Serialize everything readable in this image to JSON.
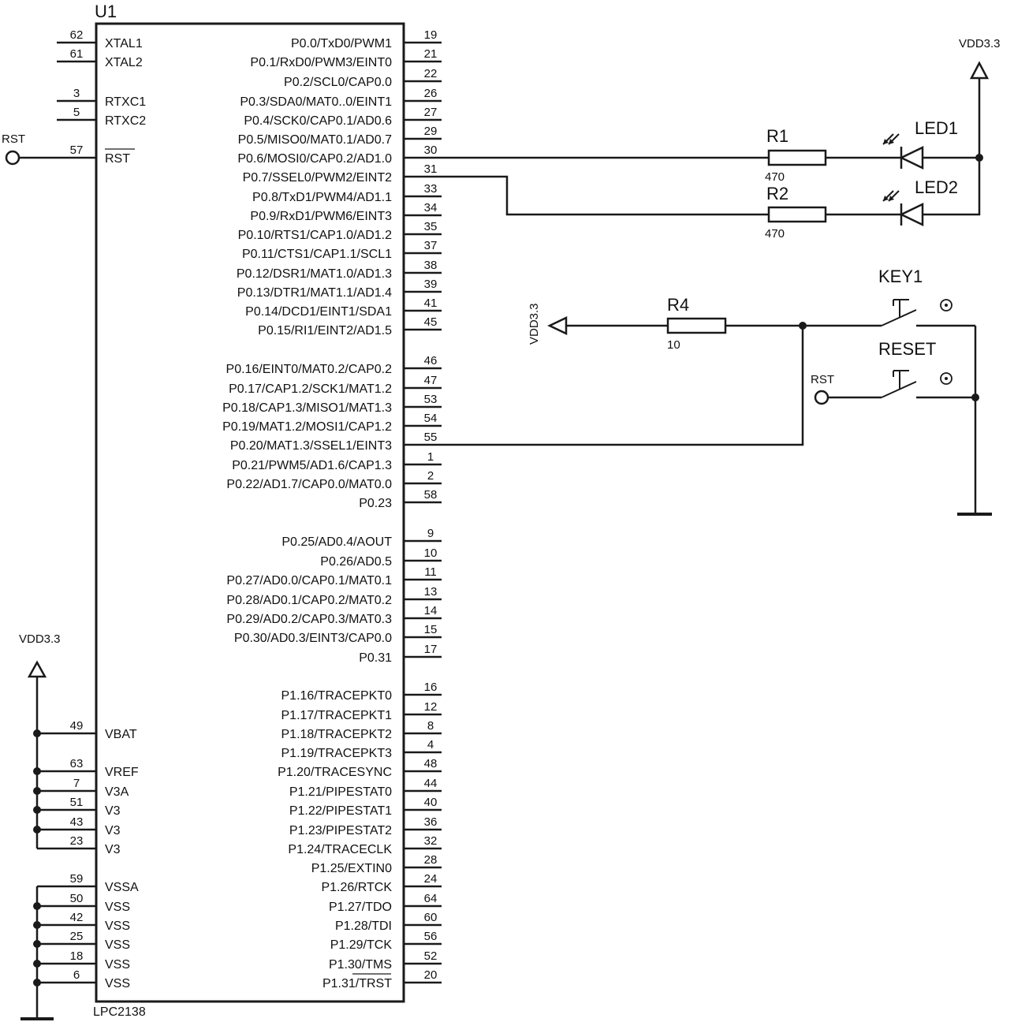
{
  "chip": {
    "designator": "U1",
    "part": "LPC2138",
    "left_pins": [
      {
        "num": "62",
        "name": "XTAL1"
      },
      {
        "num": "61",
        "name": "XTAL2"
      },
      {
        "num": "3",
        "name": "RTXC1"
      },
      {
        "num": "5",
        "name": "RTXC2"
      },
      {
        "num": "57",
        "name": "RST"
      },
      {
        "num": "49",
        "name": "VBAT"
      },
      {
        "num": "63",
        "name": "VREF"
      },
      {
        "num": "7",
        "name": "V3A"
      },
      {
        "num": "51",
        "name": "V3"
      },
      {
        "num": "43",
        "name": "V3"
      },
      {
        "num": "23",
        "name": "V3"
      },
      {
        "num": "59",
        "name": "VSSA"
      },
      {
        "num": "50",
        "name": "VSS"
      },
      {
        "num": "42",
        "name": "VSS"
      },
      {
        "num": "25",
        "name": "VSS"
      },
      {
        "num": "18",
        "name": "VSS"
      },
      {
        "num": "6",
        "name": "VSS"
      }
    ],
    "right_pins": [
      {
        "num": "19",
        "name": "P0.0/TxD0/PWM1"
      },
      {
        "num": "21",
        "name": "P0.1/RxD0/PWM3/EINT0"
      },
      {
        "num": "22",
        "name": "P0.2/SCL0/CAP0.0"
      },
      {
        "num": "26",
        "name": "P0.3/SDA0/MAT0..0/EINT1"
      },
      {
        "num": "27",
        "name": "P0.4/SCK0/CAP0.1/AD0.6"
      },
      {
        "num": "29",
        "name": "P0.5/MISO0/MAT0.1/AD0.7"
      },
      {
        "num": "30",
        "name": "P0.6/MOSI0/CAP0.2/AD1.0"
      },
      {
        "num": "31",
        "name": "P0.7/SSEL0/PWM2/EINT2"
      },
      {
        "num": "33",
        "name": "P0.8/TxD1/PWM4/AD1.1"
      },
      {
        "num": "34",
        "name": "P0.9/RxD1/PWM6/EINT3"
      },
      {
        "num": "35",
        "name": "P0.10/RTS1/CAP1.0/AD1.2"
      },
      {
        "num": "37",
        "name": "P0.11/CTS1/CAP1.1/SCL1"
      },
      {
        "num": "38",
        "name": "P0.12/DSR1/MAT1.0/AD1.3"
      },
      {
        "num": "39",
        "name": "P0.13/DTR1/MAT1.1/AD1.4"
      },
      {
        "num": "41",
        "name": "P0.14/DCD1/EINT1/SDA1"
      },
      {
        "num": "45",
        "name": "P0.15/RI1/EINT2/AD1.5"
      },
      {
        "num": "46",
        "name": "P0.16/EINT0/MAT0.2/CAP0.2"
      },
      {
        "num": "47",
        "name": "P0.17/CAP1.2/SCK1/MAT1.2"
      },
      {
        "num": "53",
        "name": "P0.18/CAP1.3/MISO1/MAT1.3"
      },
      {
        "num": "54",
        "name": "P0.19/MAT1.2/MOSI1/CAP1.2"
      },
      {
        "num": "55",
        "name": "P0.20/MAT1.3/SSEL1/EINT3"
      },
      {
        "num": "1",
        "name": "P0.21/PWM5/AD1.6/CAP1.3"
      },
      {
        "num": "2",
        "name": "P0.22/AD1.7/CAP0.0/MAT0.0"
      },
      {
        "num": "58",
        "name": "P0.23"
      },
      {
        "num": "9",
        "name": "P0.25/AD0.4/AOUT"
      },
      {
        "num": "10",
        "name": "P0.26/AD0.5"
      },
      {
        "num": "11",
        "name": "P0.27/AD0.0/CAP0.1/MAT0.1"
      },
      {
        "num": "13",
        "name": "P0.28/AD0.1/CAP0.2/MAT0.2"
      },
      {
        "num": "14",
        "name": "P0.29/AD0.2/CAP0.3/MAT0.3"
      },
      {
        "num": "15",
        "name": "P0.30/AD0.3/EINT3/CAP0.0"
      },
      {
        "num": "17",
        "name": "P0.31"
      },
      {
        "num": "16",
        "name": "P1.16/TRACEPKT0"
      },
      {
        "num": "12",
        "name": "P1.17/TRACEPKT1"
      },
      {
        "num": "8",
        "name": "P1.18/TRACEPKT2"
      },
      {
        "num": "4",
        "name": "P1.19/TRACEPKT3"
      },
      {
        "num": "48",
        "name": "P1.20/TRACESYNC"
      },
      {
        "num": "44",
        "name": "P1.21/PIPESTAT0"
      },
      {
        "num": "40",
        "name": "P1.22/PIPESTAT1"
      },
      {
        "num": "36",
        "name": "P1.23/PIPESTAT2"
      },
      {
        "num": "32",
        "name": "P1.24/TRACECLK"
      },
      {
        "num": "28",
        "name": "P1.25/EXTIN0"
      },
      {
        "num": "24",
        "name": "P1.26/RTCK"
      },
      {
        "num": "64",
        "name": "P1.27/TDO"
      },
      {
        "num": "60",
        "name": "P1.28/TDI"
      },
      {
        "num": "56",
        "name": "P1.29/TCK"
      },
      {
        "num": "52",
        "name": "P1.30/TMS"
      },
      {
        "num": "20",
        "name": "P1.31/TRST"
      }
    ]
  },
  "nets": {
    "rst_left": "RST",
    "vdd_top_right": "VDD3.3",
    "vdd_left": "VDD3.3",
    "vdd_mid": "VDD3.3",
    "rst_right": "RST"
  },
  "components": {
    "r1": {
      "ref": "R1",
      "value": "470"
    },
    "r2": {
      "ref": "R2",
      "value": "470"
    },
    "r4": {
      "ref": "R4",
      "value": "10"
    },
    "led1": "LED1",
    "led2": "LED2",
    "key1": "KEY1",
    "reset": "RESET"
  }
}
